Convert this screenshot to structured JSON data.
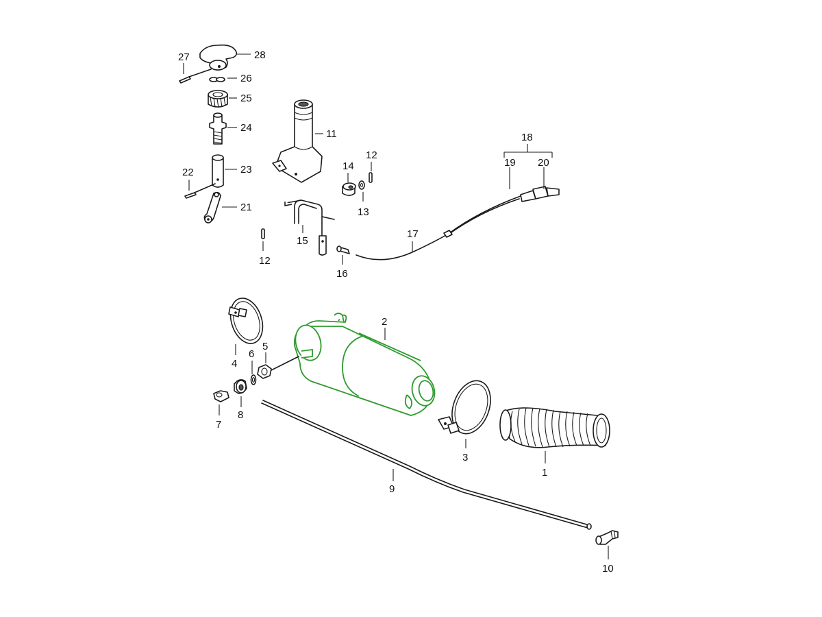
{
  "callouts": [
    {
      "id": "c1",
      "label": "1"
    },
    {
      "id": "c2",
      "label": "2"
    },
    {
      "id": "c3",
      "label": "3"
    },
    {
      "id": "c4",
      "label": "4"
    },
    {
      "id": "c5",
      "label": "5"
    },
    {
      "id": "c6",
      "label": "6"
    },
    {
      "id": "c7",
      "label": "7"
    },
    {
      "id": "c8",
      "label": "8"
    },
    {
      "id": "c9",
      "label": "9"
    },
    {
      "id": "c10",
      "label": "10"
    },
    {
      "id": "c11",
      "label": "11"
    },
    {
      "id": "c12a",
      "label": "12"
    },
    {
      "id": "c12b",
      "label": "12"
    },
    {
      "id": "c13",
      "label": "13"
    },
    {
      "id": "c14",
      "label": "14"
    },
    {
      "id": "c15",
      "label": "15"
    },
    {
      "id": "c16",
      "label": "16"
    },
    {
      "id": "c17",
      "label": "17"
    },
    {
      "id": "c18",
      "label": "18"
    },
    {
      "id": "c19",
      "label": "19"
    },
    {
      "id": "c20",
      "label": "20"
    },
    {
      "id": "c21",
      "label": "21"
    },
    {
      "id": "c22",
      "label": "22"
    },
    {
      "id": "c23",
      "label": "23"
    },
    {
      "id": "c24",
      "label": "24"
    },
    {
      "id": "c25",
      "label": "25"
    },
    {
      "id": "c26",
      "label": "26"
    },
    {
      "id": "c27",
      "label": "27"
    },
    {
      "id": "c28",
      "label": "28"
    }
  ],
  "colors": {
    "line": "#1a1a1a",
    "highlight": "#2e9a2e",
    "background": "#ffffff"
  }
}
